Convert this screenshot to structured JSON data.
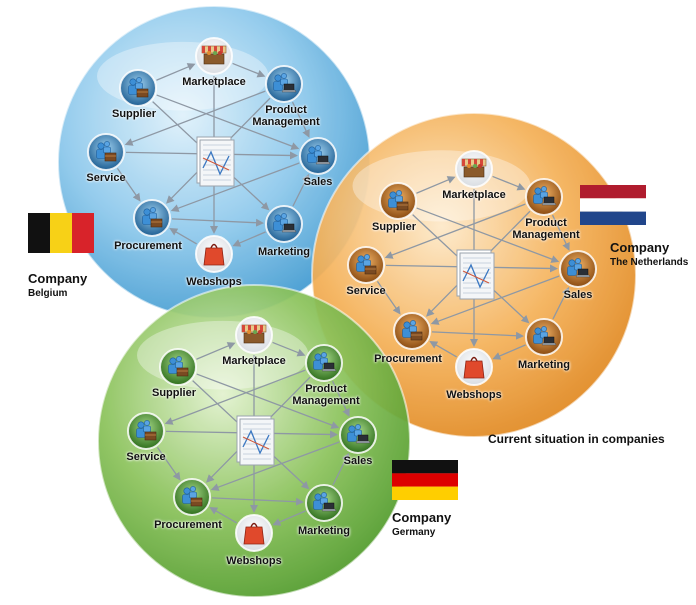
{
  "caption": "Current situation in companies",
  "colors": {
    "belgium_circle": "#8ec9ec",
    "netherlands_circle": "#f5b25a",
    "germany_circle": "#8cc35c",
    "arrow": "#8e98a4"
  },
  "companies": [
    {
      "id": "belgium",
      "title": "Company",
      "subtitle": "Belgium",
      "flag": [
        "#111111",
        "#f7d117",
        "#d8232a"
      ],
      "nodes": {
        "marketplace": "Marketplace",
        "product": "Product\nManagement",
        "supplier": "Supplier",
        "service": "Service",
        "sales": "Sales",
        "procurement": "Procurement",
        "marketing": "Marketing",
        "webshops": "Webshops"
      }
    },
    {
      "id": "netherlands",
      "title": "Company",
      "subtitle": "The Netherlands",
      "flag": [
        "#b01c2e",
        "#ffffff",
        "#21468b"
      ],
      "nodes": {
        "marketplace": "Marketplace",
        "product": "Product\nManagement",
        "supplier": "Supplier",
        "service": "Service",
        "sales": "Sales",
        "procurement": "Procurement",
        "marketing": "Marketing",
        "webshops": "Webshops"
      }
    },
    {
      "id": "germany",
      "title": "Company",
      "subtitle": "Germany",
      "flag": [
        "#111111",
        "#dd0000",
        "#ffce00"
      ],
      "nodes": {
        "marketplace": "Marketplace",
        "product": "Product\nManagement",
        "supplier": "Supplier",
        "service": "Service",
        "sales": "Sales",
        "procurement": "Procurement",
        "marketing": "Marketing",
        "webshops": "Webshops"
      }
    }
  ],
  "icons": {
    "marketplace": "market-stall-icon",
    "product": "person-laptop-icon",
    "supplier": "person-crate-icon",
    "service": "person-crate-icon",
    "sales": "person-laptop-icon",
    "procurement": "person-crate-icon",
    "marketing": "person-laptop-icon",
    "webshops": "shopping-bag-icon",
    "center": "document-icon"
  }
}
